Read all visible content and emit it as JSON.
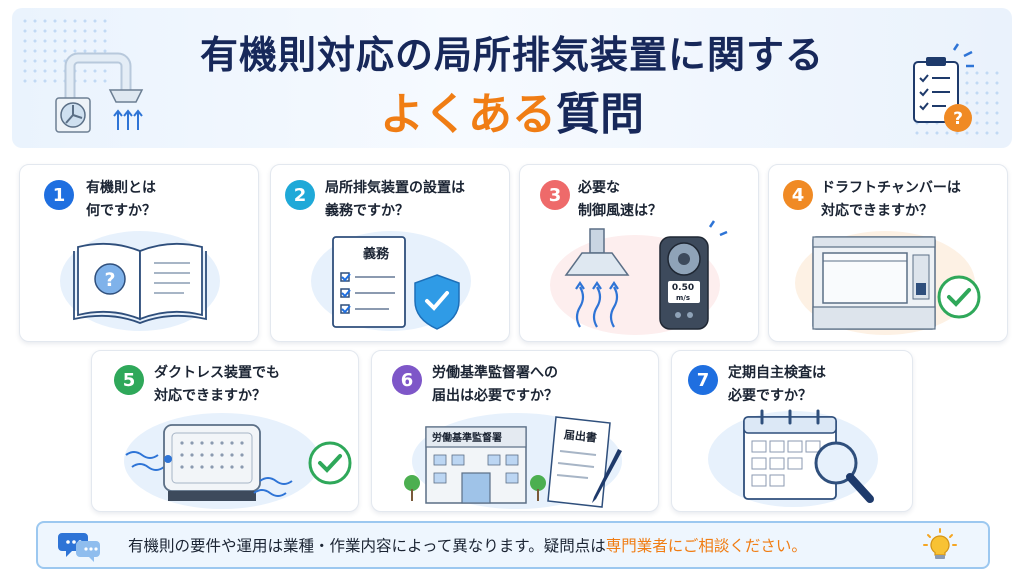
{
  "title": {
    "line1": "有機則対応の局所排気装置に関する",
    "line2_highlight": "よくある",
    "line2_rest": "質問"
  },
  "questions": [
    {
      "num": "1",
      "text": "有機則とは\n何ですか？",
      "color": "#1f6fe0"
    },
    {
      "num": "2",
      "text": "局所排気装置の設置は\n義務ですか？",
      "color": "#1fa9d8"
    },
    {
      "num": "3",
      "text": "必要な\n制御風速は？",
      "color": "#ee6a6a"
    },
    {
      "num": "4",
      "text": "ドラフトチャンバーは\n対応できますか？",
      "color": "#f08a24"
    },
    {
      "num": "5",
      "text": "ダクトレス装置でも\n対応できますか？",
      "color": "#2fa85a"
    },
    {
      "num": "6",
      "text": "労働基準監督署への\n届出は必要ですか？",
      "color": "#7e57c8"
    },
    {
      "num": "7",
      "text": "定期自主検査は\n必要ですか？",
      "color": "#1f6fe0"
    }
  ],
  "illustrations": {
    "obligation_label": "義務",
    "anemometer_value": "0.50",
    "anemometer_unit": "m/s",
    "office_sign": "労働基準監督署",
    "form_label": "届出書"
  },
  "footer": {
    "text_before": "有機則の要件や運用は業種・作業内容によって異なります。疑問点は",
    "text_highlight": "専門業者にご相談ください。"
  },
  "icons": [
    "duct-fan-icon",
    "clipboard-question-icon",
    "book-question-icon",
    "checklist-shield-icon",
    "hood-anemometer-icon",
    "draft-chamber-icon",
    "ductless-unit-icon",
    "office-document-icon",
    "calendar-magnifier-icon",
    "chat-bubbles-icon",
    "lightbulb-icon"
  ]
}
